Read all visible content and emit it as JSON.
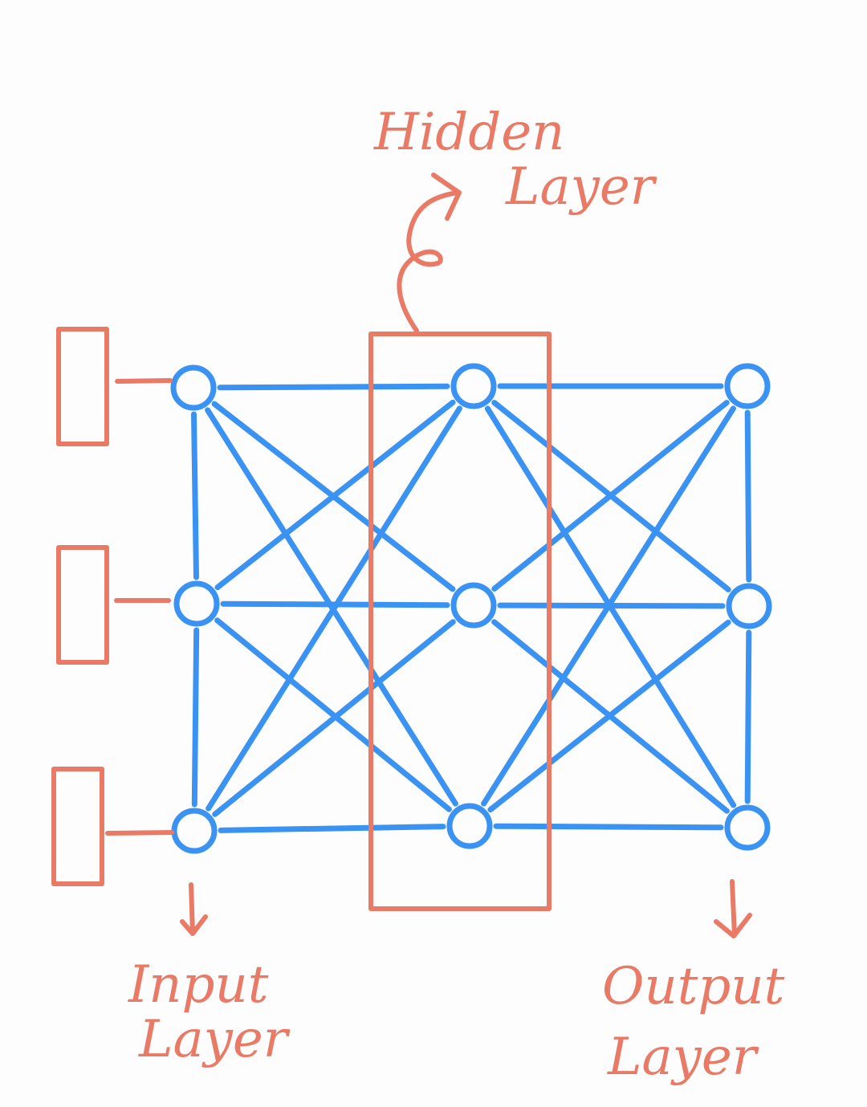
{
  "labels": {
    "hidden_line1": "Hidden",
    "hidden_line2": "Layer",
    "input_line1": "Input",
    "input_line2": "Layer",
    "output_line1": "Output",
    "output_line2": "Layer"
  },
  "colors": {
    "network": "#3a92f2",
    "annotation": "#e97a66",
    "background": "#fdfdfd"
  },
  "network": {
    "layers": [
      {
        "id": "input",
        "size": 3
      },
      {
        "id": "hidden",
        "size": 3
      },
      {
        "id": "output",
        "size": 3
      }
    ],
    "input_boxes": 3,
    "connections": "fully-connected-plus-vertical-edges"
  }
}
